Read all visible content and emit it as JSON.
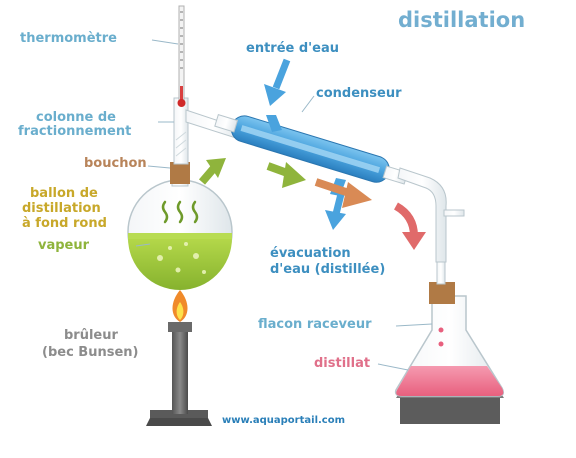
{
  "title": "distillation",
  "labels": {
    "thermometre": "thermomètre",
    "entree_eau": "entrée d'eau",
    "condenseur": "condenseur",
    "colonne_line1": "colonne de",
    "colonne_line2": "fractionnement",
    "bouchon": "bouchon",
    "ballon_line1": "ballon de",
    "ballon_line2": "distillation",
    "ballon_line3": "à fond rond",
    "vapeur": "vapeur",
    "evacuation_line1": "évacuation",
    "evacuation_line2": "d'eau (distillée)",
    "bruleur_line1": "brûleur",
    "bruleur_line2": "(bec Bunsen)",
    "flacon": "flacon raceveur",
    "distillat": "distillat"
  },
  "watermark": "www.aquaportail.com",
  "colors": {
    "water_blue": "#4aa3de",
    "liquid_green": "#9ec83c",
    "distillate_pink": "#f07890",
    "arrow_green": "#8fb43c",
    "arrow_orange": "#d98a55",
    "arrow_pink": "#e06a6a",
    "stand_grey": "#666666",
    "stopper_brown": "#b07a45"
  }
}
